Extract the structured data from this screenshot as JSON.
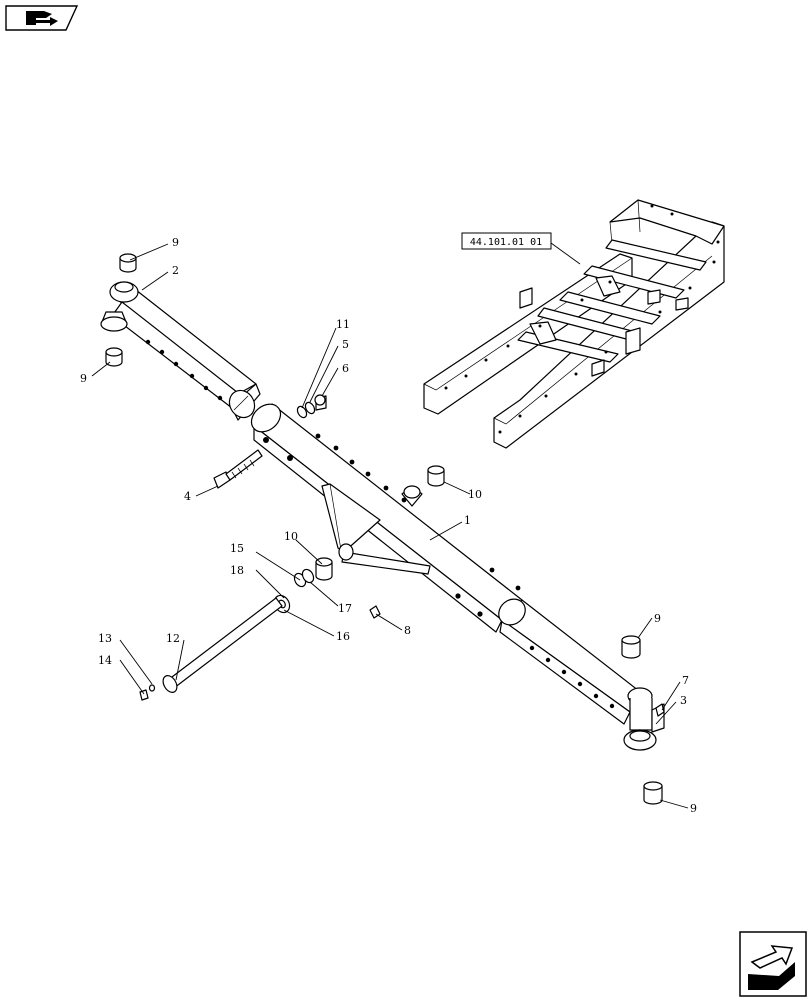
{
  "diagram": {
    "reference_box": "44.101.01 01",
    "callouts": [
      {
        "id": "c9a",
        "label": "9"
      },
      {
        "id": "c2",
        "label": "2"
      },
      {
        "id": "c9b",
        "label": "9"
      },
      {
        "id": "c11",
        "label": "11"
      },
      {
        "id": "c5",
        "label": "5"
      },
      {
        "id": "c6",
        "label": "6"
      },
      {
        "id": "c4",
        "label": "4"
      },
      {
        "id": "c10a",
        "label": "10"
      },
      {
        "id": "c1",
        "label": "1"
      },
      {
        "id": "c10b",
        "label": "10"
      },
      {
        "id": "c15",
        "label": "15"
      },
      {
        "id": "c18",
        "label": "18"
      },
      {
        "id": "c17",
        "label": "17"
      },
      {
        "id": "c16",
        "label": "16"
      },
      {
        "id": "c8",
        "label": "8"
      },
      {
        "id": "c13",
        "label": "13"
      },
      {
        "id": "c12",
        "label": "12"
      },
      {
        "id": "c14",
        "label": "14"
      },
      {
        "id": "c9c",
        "label": "9"
      },
      {
        "id": "c7",
        "label": "7"
      },
      {
        "id": "c3",
        "label": "3"
      },
      {
        "id": "c9d",
        "label": "9"
      }
    ]
  },
  "icons": {
    "top_left": "previous-page-arrow-icon",
    "bottom_right": "next-page-arrow-icon"
  }
}
